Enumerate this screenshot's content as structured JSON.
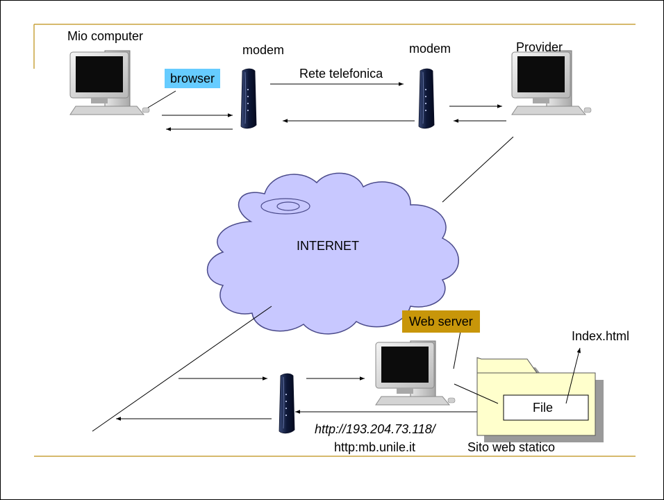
{
  "labels": {
    "mio_computer": "Mio computer",
    "modem_left": "modem",
    "modem_right": "modem",
    "provider": "Provider",
    "browser": "browser",
    "rete_telefonica": "Rete telefonica",
    "internet": "INTERNET",
    "web_server": "Web server",
    "index_html": "Index.html",
    "file": "File",
    "ip_url": "http://193.204.73.118/",
    "domain_url": "http:mb.unile.it",
    "sito_web_statico": "Sito web statico"
  },
  "colors": {
    "frame_gold": "#c8a23c",
    "browser_bg": "#66ccff",
    "web_server_bg": "#c8960a",
    "cloud_fill": "#c8c8ff",
    "folder_fill": "#ffffcc"
  },
  "icons": [
    "computer-icon",
    "modem-icon",
    "cloud-icon",
    "folder-icon"
  ]
}
